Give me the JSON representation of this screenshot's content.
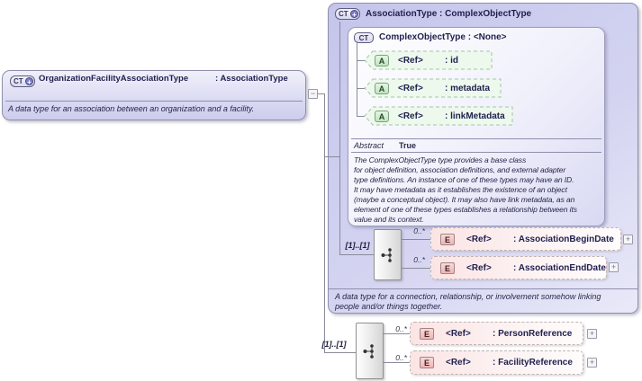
{
  "glyphs": {
    "ct": "CT",
    "attribute": "A",
    "element": "E",
    "plus": "+",
    "minus": "−"
  },
  "colors": {
    "panel_lavender": "#c9c9ee",
    "inner_panel": "#e9e9f8",
    "attribute_green": "#ecf9ec",
    "element_pink": "#fbe4e4",
    "plus_badge_purple": "#7d7dd4",
    "line_gray": "#8a8a99"
  },
  "left_box": {
    "type_name": "OrganizationFacilityAssociationType",
    "base_suffix": " : AssociationType",
    "description": "A data type for an association between an organization and a facility."
  },
  "association_box": {
    "title": "AssociationType : ComplexObjectType",
    "occurrence": "[1]..[1]",
    "elements": [
      {
        "cardinality": "0..*",
        "ref": "<Ref>",
        "name": ": AssociationBeginDate"
      },
      {
        "cardinality": "0..*",
        "ref": "<Ref>",
        "name": ": AssociationEndDate"
      }
    ],
    "description": "A data type for a connection, relationship, or involvement somehow linking\npeople and/or things together."
  },
  "complex_object_box": {
    "title": "ComplexObjectType : <None>",
    "attributes": [
      {
        "ref": "<Ref>",
        "name": ": id"
      },
      {
        "ref": "<Ref>",
        "name": ": metadata"
      },
      {
        "ref": "<Ref>",
        "name": ": linkMetadata"
      }
    ],
    "abstract_label": "Abstract",
    "abstract_value": "True",
    "description": "The ComplexObjectType type provides a base class\nfor object definition, association definitions, and external adapter\ntype definitions. An instance of one of these types may have an ID.\nIt may have metadata as it establishes the existence of an object\n(maybe a conceptual object). It may also have link metadata, as an\nelement of one of these types establishes a relationship between its\nvalue and its context."
  },
  "content_model": {
    "occurrence": "[1]..[1]",
    "elements": [
      {
        "cardinality": "0..*",
        "ref": "<Ref>",
        "name": ": PersonReference"
      },
      {
        "cardinality": "0..*",
        "ref": "<Ref>",
        "name": ": FacilityReference"
      }
    ]
  }
}
